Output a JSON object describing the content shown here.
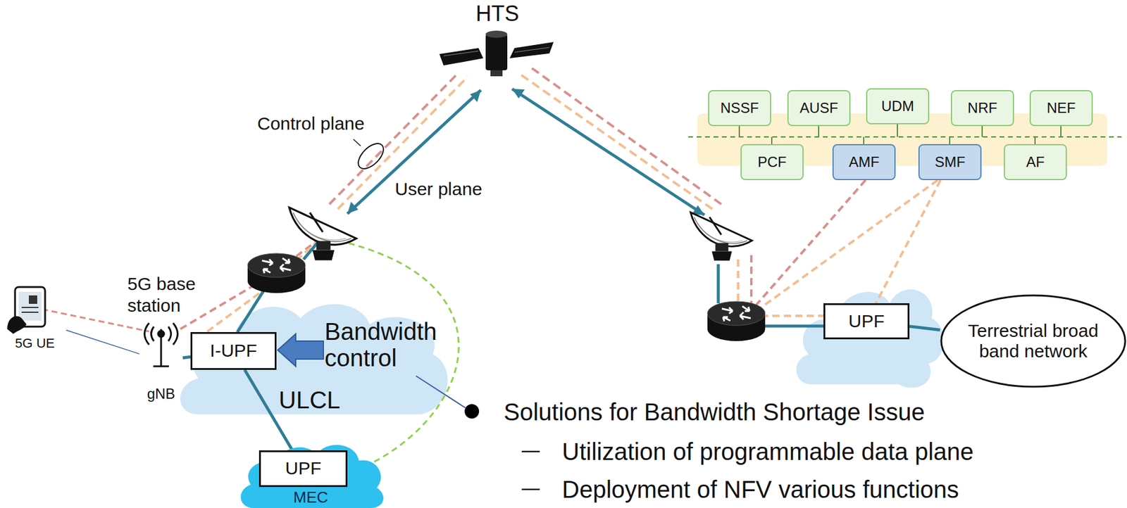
{
  "diagram": {
    "nodes": [
      {
        "text": [
          "HTS"
        ]
      },
      {
        "text": [
          "5G UE"
        ]
      },
      {
        "text": [
          "gNB"
        ]
      },
      {
        "text": [
          "I-UPF"
        ]
      },
      {
        "text": [
          "MEC"
        ]
      },
      {
        "text": [
          "UPF"
        ],
        "in": 4
      },
      {
        "text": [
          "NSSF"
        ]
      },
      {
        "text": [
          "AUSF"
        ]
      },
      {
        "text": [
          "UDM"
        ]
      },
      {
        "text": [
          "NRF"
        ]
      },
      {
        "text": [
          "NEF"
        ]
      },
      {
        "text": [
          "PCF"
        ]
      },
      {
        "text": [
          "AMF"
        ]
      },
      {
        "text": [
          "SMF"
        ]
      },
      {
        "text": [
          "AF"
        ]
      },
      {
        "text": [
          "UPF"
        ]
      },
      {
        "text": [
          "Terrestrial broad band network"
        ]
      }
    ],
    "edges": [
      {
        "from": 1,
        "to": 2,
        "arrow": "none"
      },
      {
        "from": 2,
        "to": 3,
        "arrow": "none"
      },
      {
        "from": 3,
        "to": 5,
        "label": "ULCL",
        "arrow": "none"
      },
      {
        "from": 13,
        "to": 15,
        "arrow": "none"
      },
      {
        "from": 15,
        "to": 16,
        "arrow": "none"
      }
    ],
    "labels": [
      "5G base station",
      "Control plane",
      "User plane",
      "Bandwidth control",
      "Solutions for Bandwidth Shortage Issue",
      "Utilization of programmable data plane",
      "Deployment of NFV various functions"
    ]
  }
}
